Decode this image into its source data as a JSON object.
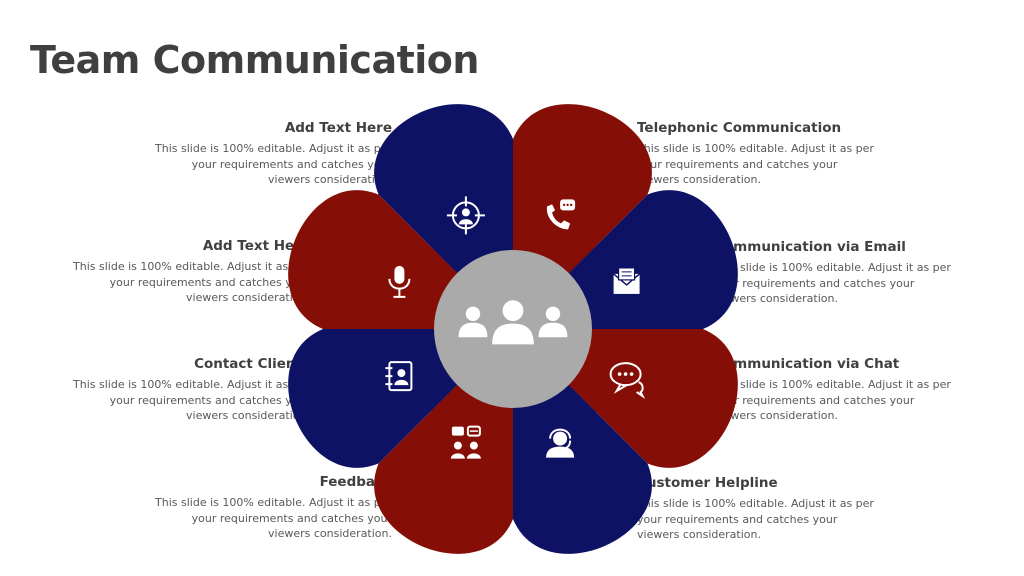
{
  "title": "Team Communication",
  "colors": {
    "navy": "#0e1264",
    "maroon": "#850f07",
    "center": "#aaaaaa",
    "title": "#3f3f3f"
  },
  "center_icon": "team-group-icon",
  "items": [
    {
      "heading": "Add Text Here",
      "body": "This slide is 100% editable. Adjust it as per your requirements and catches your viewers consideration.",
      "icon": "target-person-icon",
      "color": "navy"
    },
    {
      "heading": "Telephonic Communication",
      "body": "This slide is 100% editable. Adjust it as per your requirements and catches your viewers consideration.",
      "icon": "phone-chat-icon",
      "color": "maroon"
    },
    {
      "heading": "Communication  via Email",
      "body": "This slide is 100% editable. Adjust it as per your requirements and catches your viewers consideration.",
      "icon": "email-icon",
      "color": "navy"
    },
    {
      "heading": "Communication via Chat",
      "body": "This slide is 100% editable. Adjust it as per your requirements and catches your viewers consideration.",
      "icon": "chat-bubbles-icon",
      "color": "maroon"
    },
    {
      "heading": "Customer  Helpline",
      "body": "This slide is 100% editable. Adjust it as per your requirements and catches your viewers consideration.",
      "icon": "headset-icon",
      "color": "navy"
    },
    {
      "heading": "Feedback",
      "body": "This slide is 100% editable. Adjust it as per your requirements and catches your viewers consideration.",
      "icon": "feedback-people-icon",
      "color": "maroon"
    },
    {
      "heading": "Contact Clients",
      "body": "This slide is 100% editable. Adjust it as per your requirements and catches your viewers consideration.",
      "icon": "contact-book-icon",
      "color": "navy"
    },
    {
      "heading": "Add Text Here",
      "body": "This slide is 100% editable. Adjust it as per your requirements and catches your viewers consideration.",
      "icon": "microphone-icon",
      "color": "maroon"
    }
  ]
}
